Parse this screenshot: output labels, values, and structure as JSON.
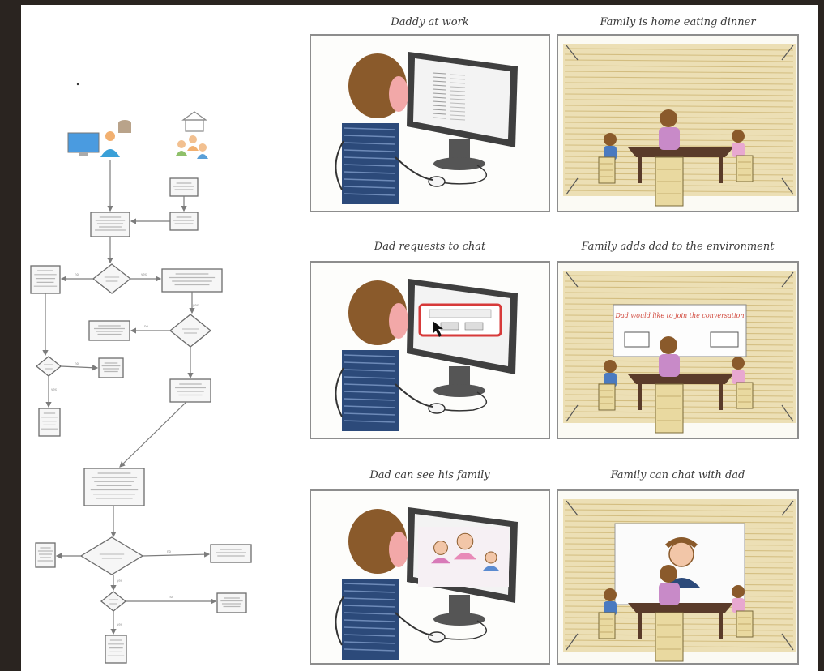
{
  "storyboard": {
    "panels": [
      {
        "id": "daddy-at-work",
        "title": "Daddy at work",
        "scene": "dad-monitor"
      },
      {
        "id": "family-dinner",
        "title": "Family is home eating dinner",
        "scene": "family-room"
      },
      {
        "id": "dad-requests-chat",
        "title": "Dad requests to chat",
        "scene": "dad-monitor-dialog"
      },
      {
        "id": "family-adds-dad",
        "title": "Family adds dad to the environment",
        "scene": "family-room-prompt",
        "prompt_text": "Dad would like to join the conversation"
      },
      {
        "id": "dad-sees-family",
        "title": "Dad can see his family",
        "scene": "dad-monitor-video"
      },
      {
        "id": "family-chats",
        "title": "Family can chat with dad",
        "scene": "family-room-screen"
      }
    ]
  },
  "flowchart": {
    "edge_labels": {
      "yes": "yes",
      "no": "no"
    },
    "colors": {
      "stroke": "#6d6d6d",
      "arrow": "#7c7c7c",
      "monitor": "#4a9be0",
      "person": "#3aa0d8"
    }
  },
  "colors": {
    "background": "#2a2420",
    "paper": "#ffffff",
    "frame": "#8d8d8d",
    "wall": "#e6d39a",
    "hair": "#8a5a2b",
    "shirt": "#2c4a7a",
    "monitor": "#3f3f3f",
    "table": "#5a3b2a",
    "chair": "#e9d9a0",
    "dialog_red": "#d73a3a"
  }
}
